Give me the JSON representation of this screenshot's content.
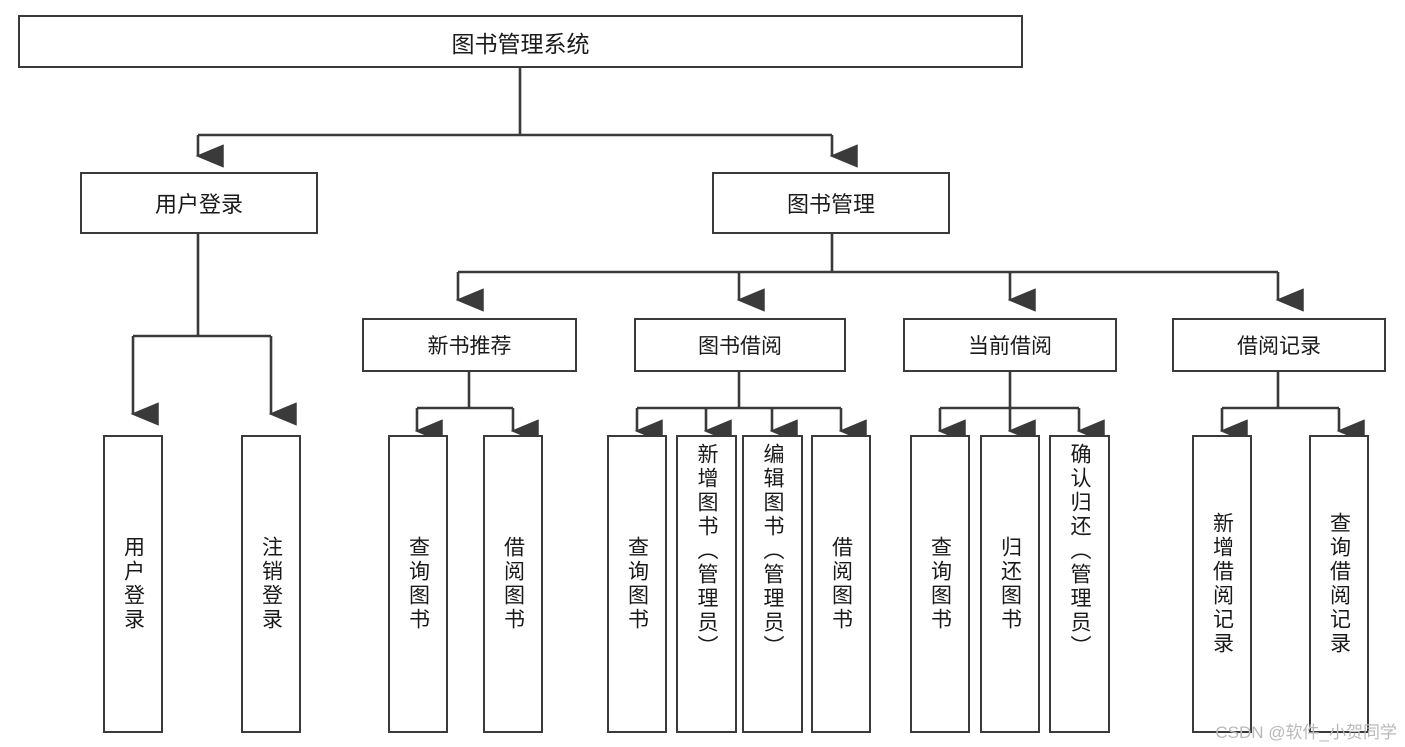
{
  "diagram": {
    "type": "tree",
    "title": "图书管理系统",
    "root": {
      "label": "图书管理系统"
    },
    "level2": [
      {
        "label": "用户登录"
      },
      {
        "label": "图书管理"
      }
    ],
    "level3": [
      {
        "label": "新书推荐"
      },
      {
        "label": "图书借阅"
      },
      {
        "label": "当前借阅"
      },
      {
        "label": "借阅记录"
      }
    ],
    "leaves": [
      {
        "label": "用户登录",
        "parent": "用户登录"
      },
      {
        "label": "注销登录",
        "parent": "用户登录"
      },
      {
        "label": "查询图书",
        "parent": "新书推荐"
      },
      {
        "label": "借阅图书",
        "parent": "新书推荐"
      },
      {
        "label": "查询图书",
        "parent": "图书借阅"
      },
      {
        "label": "新增图书（管理员）",
        "parent": "图书借阅"
      },
      {
        "label": "编辑图书（管理员）",
        "parent": "图书借阅"
      },
      {
        "label": "借阅图书",
        "parent": "图书借阅"
      },
      {
        "label": "查询图书",
        "parent": "当前借阅"
      },
      {
        "label": "归还图书",
        "parent": "当前借阅"
      },
      {
        "label": "确认归还（管理员）",
        "parent": "当前借阅"
      },
      {
        "label": "新增借阅记录",
        "parent": "借阅记录"
      },
      {
        "label": "查询借阅记录",
        "parent": "借阅记录"
      }
    ]
  },
  "watermark": {
    "text": "CSDN @软件_小贺同学"
  },
  "colors": {
    "stroke": "#3a3a3a",
    "text": "#1a1a1a",
    "background": "#ffffff",
    "watermark": "#b9b9b9"
  }
}
